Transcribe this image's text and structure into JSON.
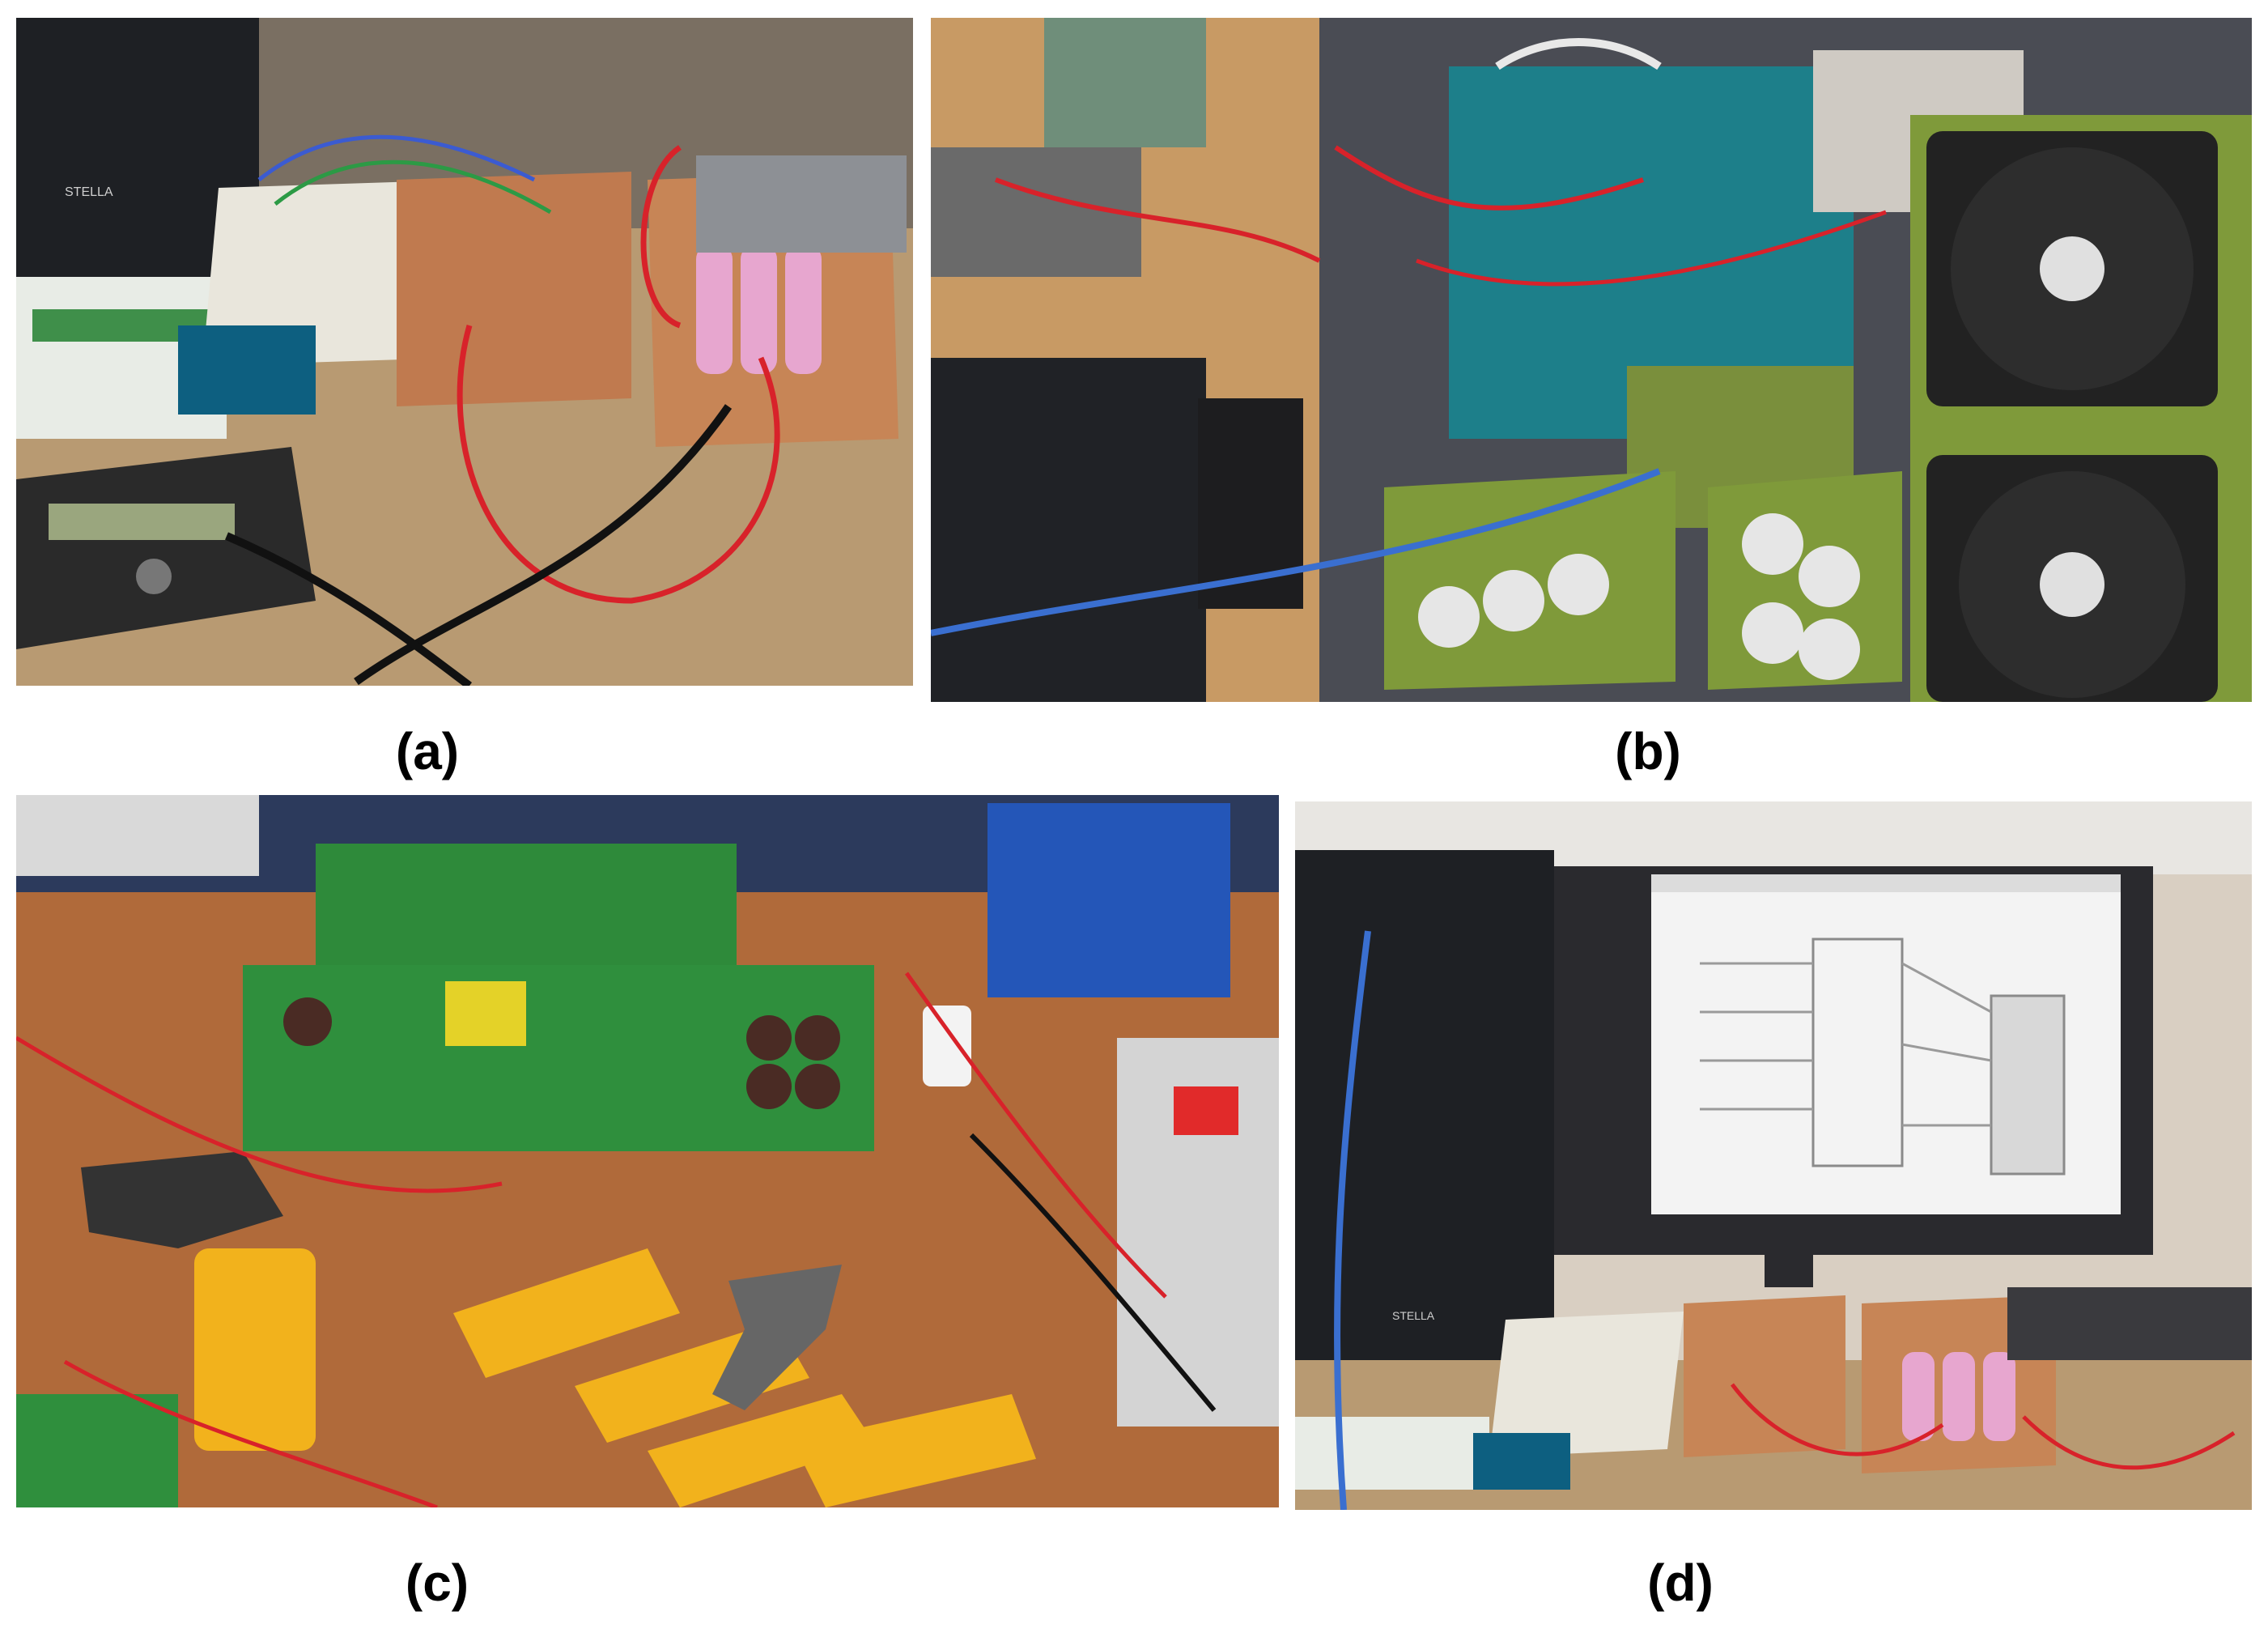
{
  "panels": [
    {
      "id": "a",
      "label": "(a)"
    },
    {
      "id": "b",
      "label": "(b)"
    },
    {
      "id": "c",
      "label": "(c)"
    },
    {
      "id": "d",
      "label": "(d)"
    }
  ],
  "monitor": {
    "brand": "STELLA"
  }
}
